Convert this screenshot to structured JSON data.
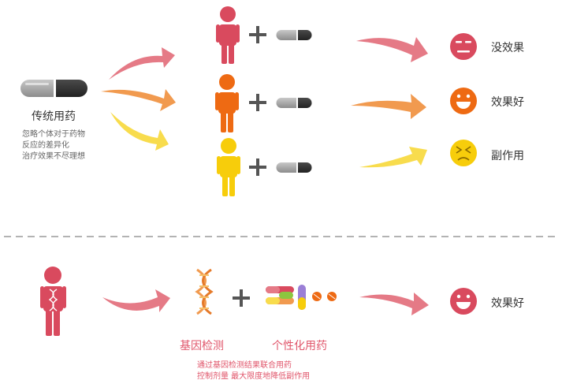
{
  "traditional": {
    "title": "传统用药",
    "notes": [
      "忽略个体对于药物",
      "反应的差异化",
      "治疗效果不尽理想"
    ]
  },
  "outcomes": [
    "没效果",
    "效果好",
    "副作用"
  ],
  "personalized": {
    "gene_label": "基因检测",
    "drug_label": "个性化用药",
    "outcome": "效果好",
    "notes": [
      "通过基因检测结果联合用药",
      "控制剂量 最大限度地降低副作用"
    ]
  },
  "colors": {
    "red": "#d94a5e",
    "orange": "#ee6a13",
    "yellow": "#f7cd0b",
    "pink_arrow": "#e57a86",
    "orange_arrow": "#f19a4f",
    "yellow_arrow": "#f8dc4d",
    "capsule_dark": "#333333",
    "capsule_light": "#a6a6a6",
    "plus": "#555555",
    "divider": "#9a9a9a"
  },
  "icons": {
    "big_capsule": "capsule-icon",
    "person": "person-icon",
    "plus": "plus-icon",
    "small_capsule": "capsule-icon",
    "face_neutral": "neutral-face-icon",
    "face_happy": "happy-face-icon",
    "face_sick": "sick-face-icon",
    "dna": "dna-icon",
    "pills": "pills-icon"
  }
}
